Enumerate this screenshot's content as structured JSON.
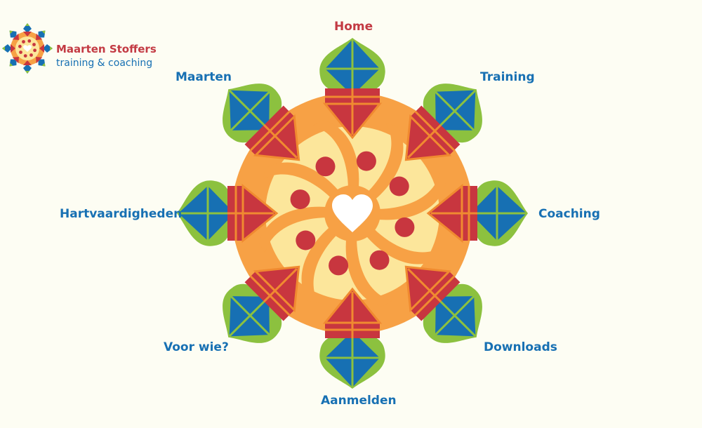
{
  "brand": {
    "name": "Maarten Stoffers",
    "tagline": "training & coaching"
  },
  "nav": {
    "home": "Home",
    "training": "Training",
    "coaching": "Coaching",
    "downloads": "Downloads",
    "aanmelden": "Aanmelden",
    "voor_wie": "Voor wie?",
    "hartvaardigheden": "Hartvaardigheden",
    "maarten": "Maarten",
    "active": "home"
  },
  "colors": {
    "background": "#fdfdf3",
    "orange": "#f7a145",
    "orange_dark": "#f08a30",
    "cream": "#fce69b",
    "red": "#c8363f",
    "blue": "#1770b3",
    "green": "#8cc13f",
    "white": "#ffffff"
  },
  "icons": {
    "center": "heart-icon",
    "logo": "mandala-logo-icon"
  }
}
